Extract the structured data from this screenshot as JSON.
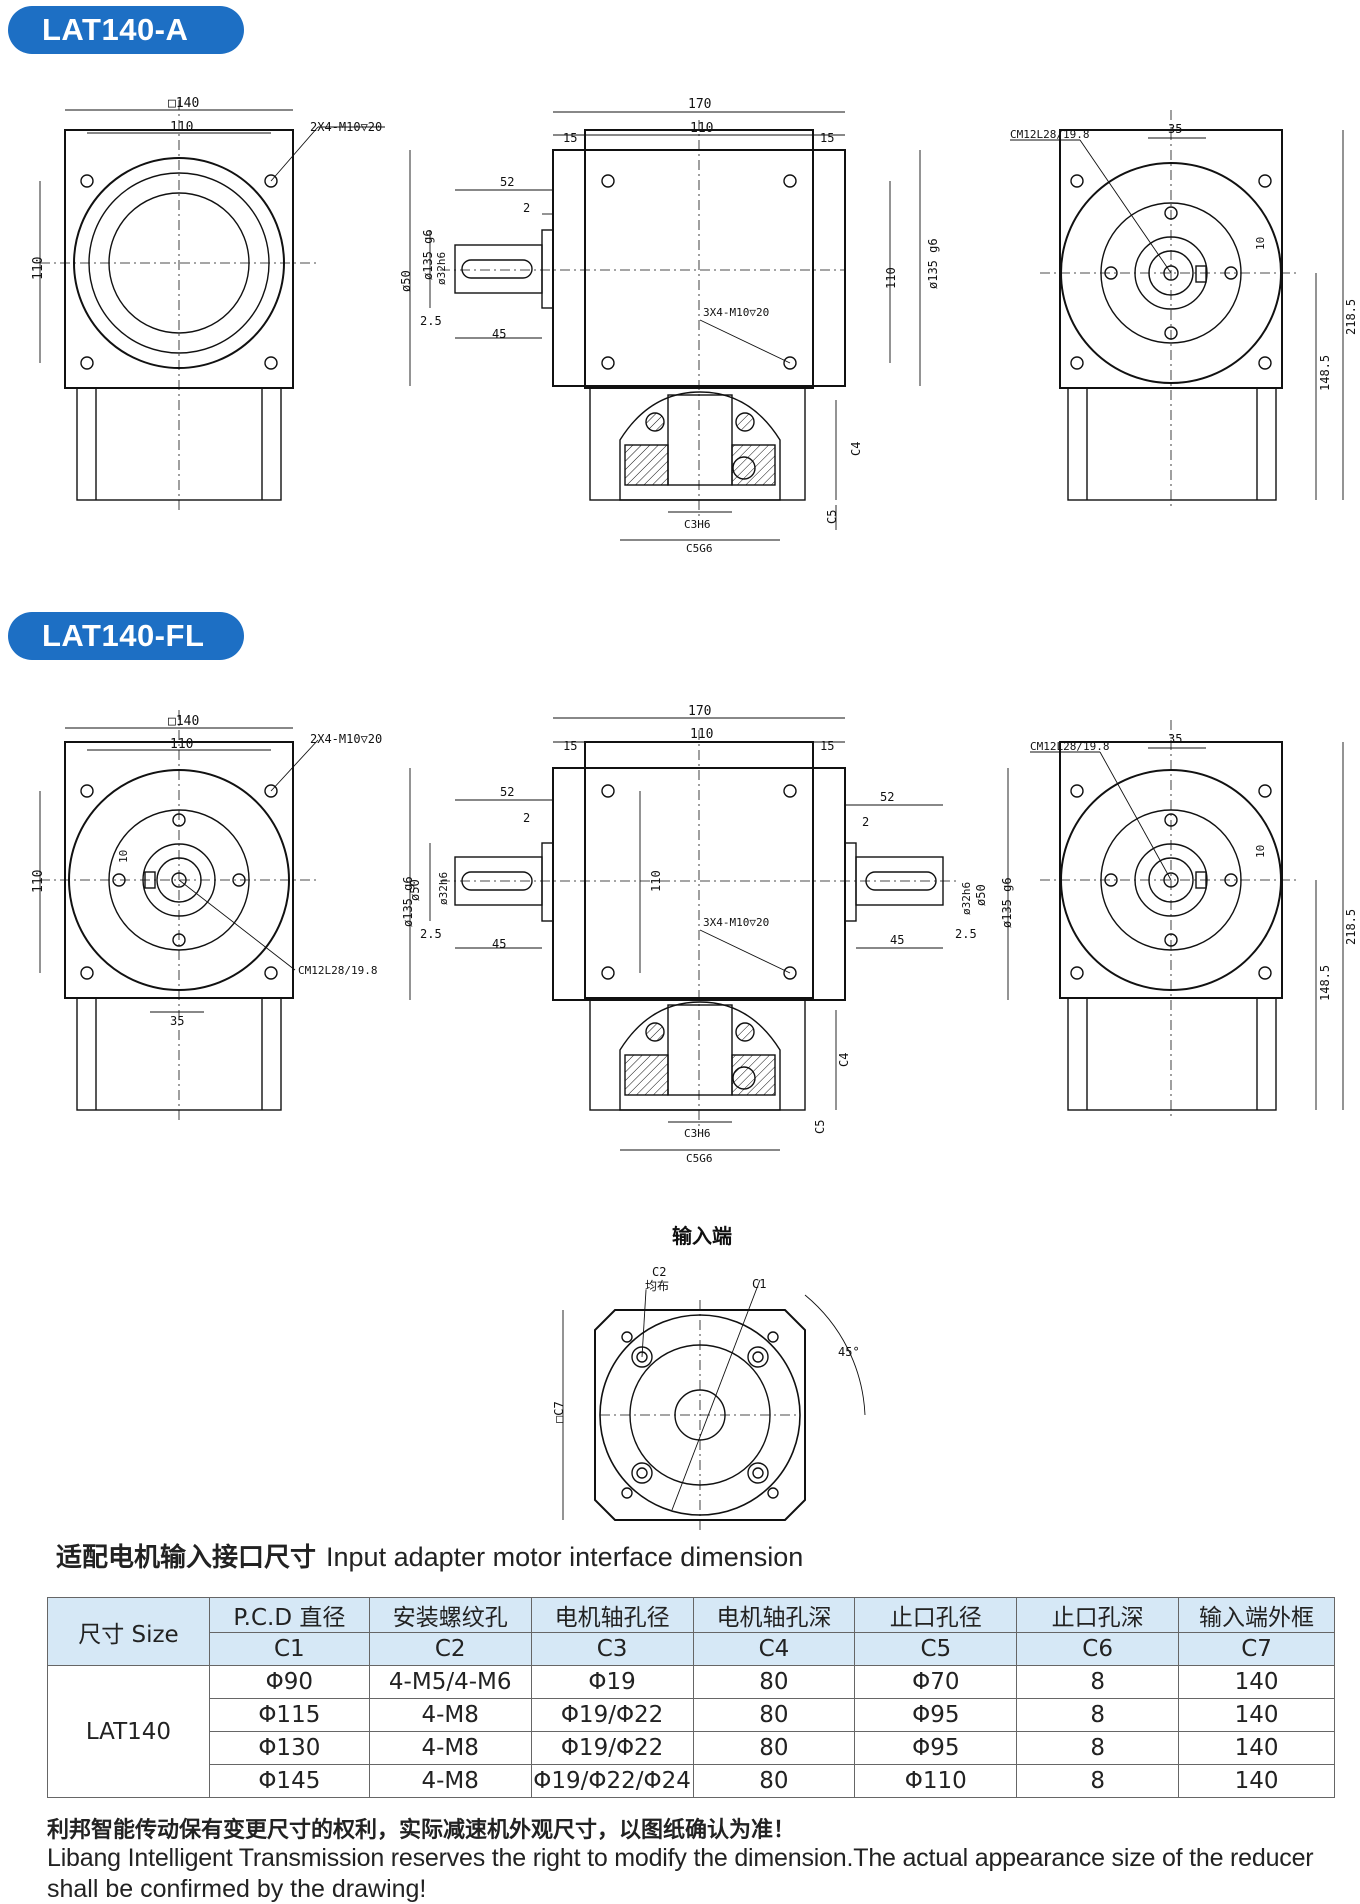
{
  "models": {
    "a": {
      "label": "LAT140-A"
    },
    "fl": {
      "label": "LAT140-FL"
    }
  },
  "dims": {
    "sq140": "□140",
    "d110": "110",
    "holes_2x4": "2X4-M10▽20",
    "d170": "170",
    "d15": "15",
    "d52": "52",
    "d2": "2",
    "d135": "ø135 g6",
    "d50": "ø50",
    "d32": "ø32h6",
    "d2_5": "2.5",
    "d45": "45",
    "holes_3x4": "3X4-M10▽20",
    "c4": "C4",
    "c5": "C5",
    "c3h6": "C3H6",
    "c5g6": "C5G6",
    "key": "CM12L28/19.8",
    "d35": "35",
    "d10": "10",
    "d218": "218.5",
    "d148": "148.5"
  },
  "input_view": {
    "title": "输入端",
    "c2": "C2",
    "c2_note": "均布",
    "c1": "C1",
    "angle": "45°",
    "c7": "□C7"
  },
  "section_title": {
    "cn": "适配电机输入接口尺寸",
    "en": "Input adapter motor interface dimension"
  },
  "table": {
    "size_header": "尺寸 Size",
    "headers_cn": [
      "P.C.D 直径",
      "安装螺纹孔",
      "电机轴孔径",
      "电机轴孔深",
      "止口孔径",
      "止口孔深",
      "输入端外框"
    ],
    "headers_code": [
      "C1",
      "C2",
      "C3",
      "C4",
      "C5",
      "C6",
      "C7"
    ],
    "model": "LAT140",
    "rows": [
      [
        "Φ90",
        "4-M5/4-M6",
        "Φ19",
        "80",
        "Φ70",
        "8",
        "140"
      ],
      [
        "Φ115",
        "4-M8",
        "Φ19/Φ22",
        "80",
        "Φ95",
        "8",
        "140"
      ],
      [
        "Φ130",
        "4-M8",
        "Φ19/Φ22",
        "80",
        "Φ95",
        "8",
        "140"
      ],
      [
        "Φ145",
        "4-M8",
        "Φ19/Φ22/Φ24",
        "80",
        "Φ110",
        "8",
        "140"
      ]
    ]
  },
  "notes": {
    "cn": "利邦智能传动保有变更尺寸的权利，实际减速机外观尺寸，以图纸确认为准！",
    "en1": "Libang Intelligent Transmission reserves the right to modify the dimension.The actual appearance size of the reducer",
    "en2": "shall be confirmed by the drawing!"
  }
}
